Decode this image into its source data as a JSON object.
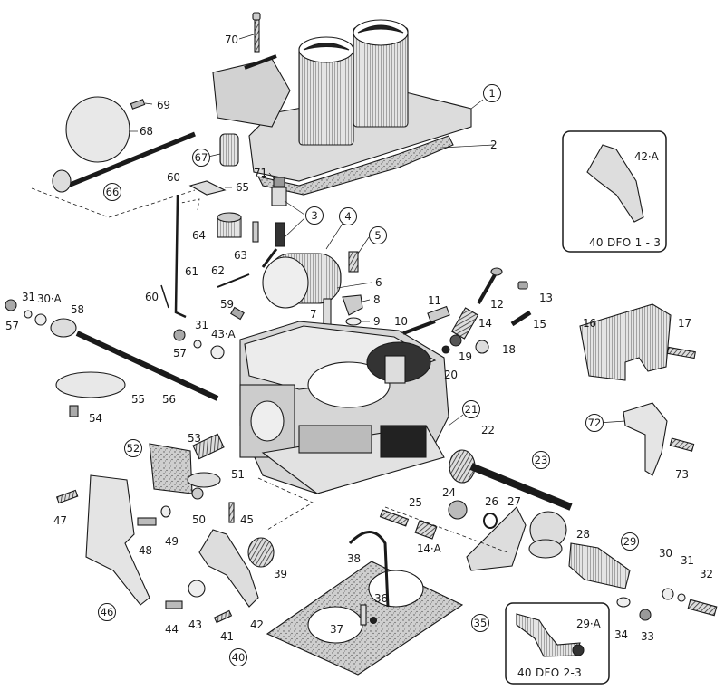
{
  "diagram": {
    "subject": "Exploded view of twin-choke carburetor",
    "ink_color": "#1a1a1a",
    "paper_color": "#ffffff",
    "part_fill": "#d9d9d9",
    "circled_labels": [
      "1",
      "3",
      "4",
      "5",
      "21",
      "23",
      "29",
      "35",
      "40",
      "46",
      "52",
      "66",
      "67",
      "72"
    ],
    "labels": {
      "p1": "1",
      "p2": "2",
      "p3": "3",
      "p4": "4",
      "p5": "5",
      "p6": "6",
      "p7": "7",
      "p8": "8",
      "p9": "9",
      "p10": "10",
      "p11": "11",
      "p12": "12",
      "p13": "13",
      "p14": "14",
      "p14a": "14·A",
      "p15": "15",
      "p16": "16",
      "p17": "17",
      "p18": "18",
      "p19": "19",
      "p20": "20",
      "p21": "21",
      "p22": "22",
      "p23": "23",
      "p24": "24",
      "p25": "25",
      "p26": "26",
      "p27": "27",
      "p28": "28",
      "p29": "29",
      "p30": "30",
      "p30a": "30·A",
      "p31a": "31",
      "p31b": "31",
      "p31c": "31",
      "p32": "32",
      "p33": "33",
      "p34": "34",
      "p35": "35",
      "p36": "36",
      "p37": "37",
      "p38": "38",
      "p39": "39",
      "p40": "40",
      "p41": "41",
      "p42": "42",
      "p43": "43",
      "p43a": "43·A",
      "p44": "44",
      "p45": "45",
      "p46": "46",
      "p47": "47",
      "p48": "48",
      "p49": "49",
      "p50": "50",
      "p51": "51",
      "p52": "52",
      "p53": "53",
      "p54": "54",
      "p55": "55",
      "p56": "56",
      "p57a": "57",
      "p57b": "57",
      "p58": "58",
      "p59": "59",
      "p60a": "60",
      "p60b": "60",
      "p61": "61",
      "p62": "62",
      "p63": "63",
      "p64": "64",
      "p65": "65",
      "p66": "66",
      "p67": "67",
      "p68": "68",
      "p69": "69",
      "p70": "70",
      "p71": "71",
      "p72": "72",
      "p73": "73"
    },
    "insets": [
      {
        "part_label": "42·A",
        "caption": "40 DFO 1 - 3"
      },
      {
        "part_label": "29·A",
        "caption": "40 DFO 2-3"
      }
    ]
  }
}
